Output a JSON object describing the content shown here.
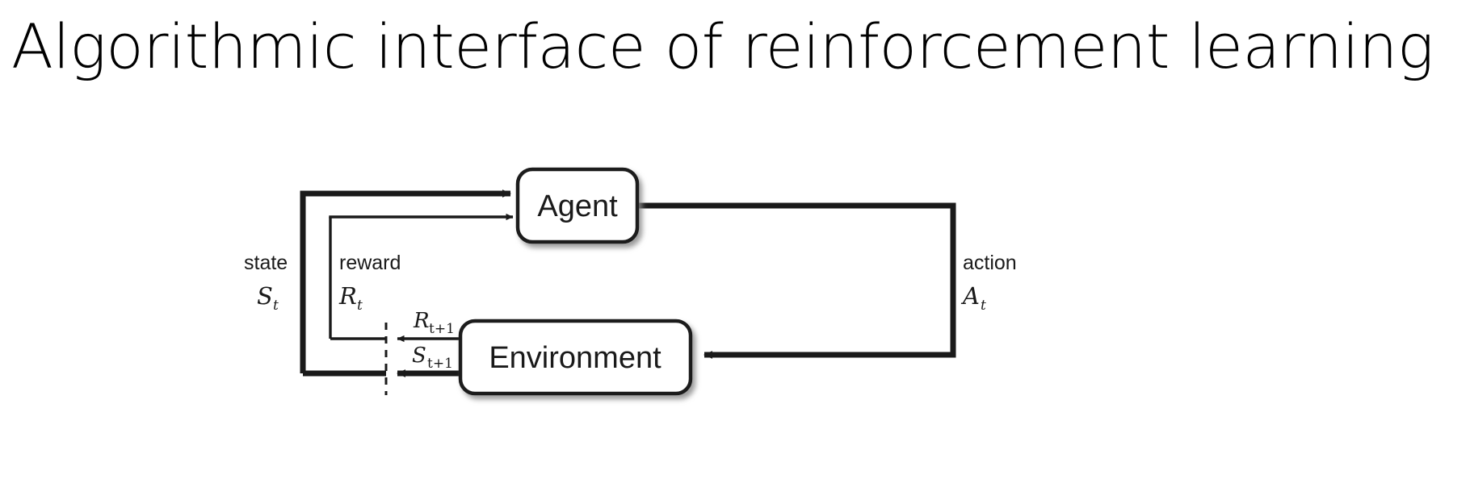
{
  "slide": {
    "title": "Algorithmic interface of reinforcement learning",
    "background_color": "#ffffff",
    "ink_color": "#1a1a1a"
  },
  "diagram": {
    "name": "agent-environment-interaction-loop",
    "nodes": [
      {
        "id": "agent",
        "label": "Agent"
      },
      {
        "id": "environment",
        "label": "Environment"
      }
    ],
    "edges": [
      {
        "id": "state-edge",
        "from": "environment",
        "to": "agent",
        "word": "state",
        "symbol": "S",
        "subscript": "t",
        "weight": "thick"
      },
      {
        "id": "reward-edge",
        "from": "environment",
        "to": "agent",
        "word": "reward",
        "symbol": "R",
        "subscript": "t",
        "weight": "thin"
      },
      {
        "id": "action-edge",
        "from": "agent",
        "to": "environment",
        "word": "action",
        "symbol": "A",
        "subscript": "t",
        "weight": "thick"
      }
    ],
    "next_step_labels": [
      {
        "id": "reward-next",
        "symbol": "R",
        "subscript": "t+1"
      },
      {
        "id": "state-next",
        "symbol": "S",
        "subscript": "t+1"
      }
    ],
    "time_boundary": {
      "id": "time-step-divider",
      "style": "dashed"
    }
  }
}
